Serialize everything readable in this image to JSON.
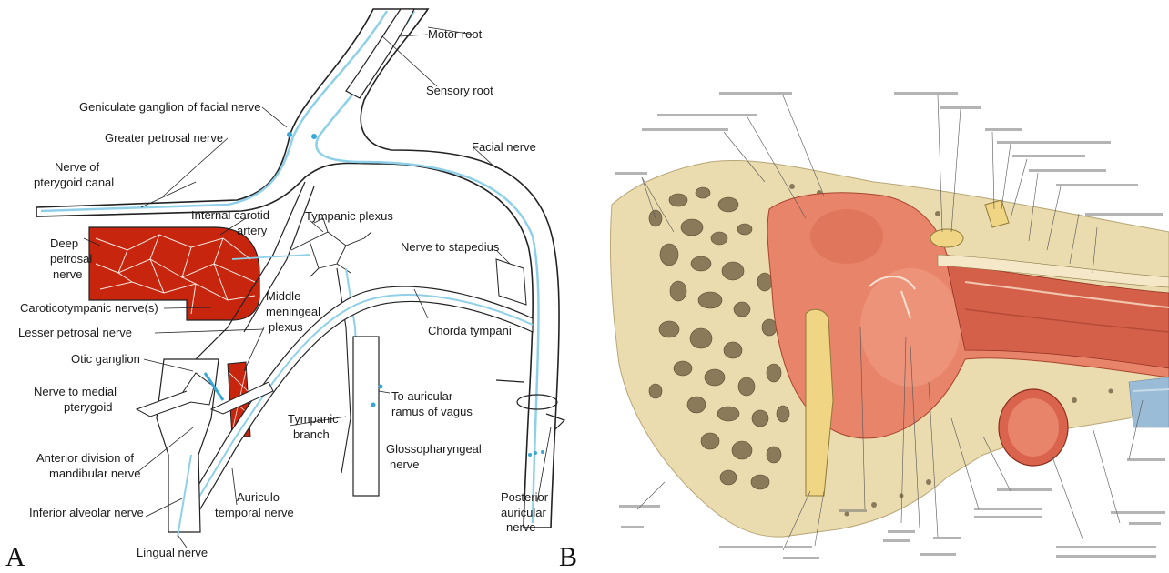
{
  "panel_a": {
    "letter": "A",
    "labels": {
      "motor_root": "Motor root",
      "sensory_root": "Sensory root",
      "geniculate_ganglion": "Geniculate ganglion of facial nerve",
      "greater_petrosal": "Greater petrosal nerve",
      "facial_nerve": "Facial nerve",
      "pterygoid_canal_1": "Nerve of",
      "pterygoid_canal_2": "pterygoid canal",
      "internal_carotid_1": "Internal carotid",
      "internal_carotid_2": "artery",
      "tympanic_plexus": "Tympanic plexus",
      "deep_petrosal_1": "Deep",
      "deep_petrosal_2": "petrosal",
      "deep_petrosal_3": "nerve",
      "nerve_to_stapedius": "Nerve to stapedius",
      "caroticotympanic": "Caroticotympanic nerve(s)",
      "middle_meningeal_1": "Middle",
      "middle_meningeal_2": "meningeal",
      "middle_meningeal_3": "plexus",
      "lesser_petrosal": "Lesser petrosal nerve",
      "chorda_tympani": "Chorda tympani",
      "otic_ganglion": "Otic ganglion",
      "medial_pterygoid_1": "Nerve to medial",
      "medial_pterygoid_2": "pterygoid",
      "auricular_vagus_1": "To auricular",
      "auricular_vagus_2": "ramus of vagus",
      "anterior_division_1": "Anterior division of",
      "anterior_division_2": "mandibular nerve",
      "tympanic_branch_1": "Tympanic",
      "tympanic_branch_2": "branch",
      "glossopharyngeal_1": "Glossopharyngeal",
      "glossopharyngeal_2": "nerve",
      "inferior_alveolar": "Inferior alveolar nerve",
      "auriculotemporal_1": "Auriculo-",
      "auriculotemporal_2": "temporal nerve",
      "posterior_auricular_1": "Posterior",
      "posterior_auricular_2": "auricular",
      "posterior_auricular_3": "nerve",
      "lingual_nerve": "Lingual nerve"
    }
  },
  "panel_b": {
    "letter": "B"
  },
  "colors": {
    "nerve_blue": "#8fd0e8",
    "artery_red": "#c8250f",
    "bone": "#eadcae",
    "cavity": "#e8846a"
  }
}
